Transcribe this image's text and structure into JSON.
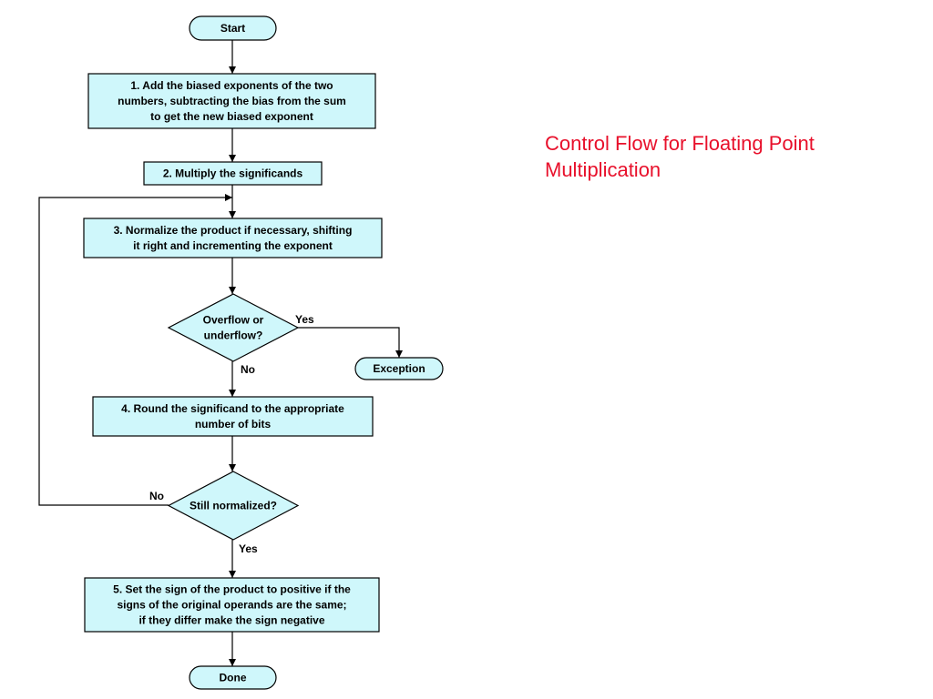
{
  "title": "Control Flow for Floating Point Multiplication",
  "colors": {
    "node_fill": "#cff7fb",
    "stroke": "#000000",
    "title": "#e8102b"
  },
  "nodes": {
    "start": {
      "shape": "terminator",
      "lines": [
        "Start"
      ]
    },
    "step1": {
      "shape": "process",
      "lines": [
        "1.  Add the biased exponents of the two",
        "numbers, subtracting the bias from the sum",
        "to get the new biased exponent"
      ]
    },
    "step2": {
      "shape": "process",
      "lines": [
        "2. Multiply the significands"
      ]
    },
    "step3": {
      "shape": "process",
      "lines": [
        "3. Normalize the product if necessary, shifting",
        "it right and incrementing the exponent"
      ]
    },
    "overflow": {
      "shape": "decision",
      "lines": [
        "Overflow or",
        "underflow?"
      ]
    },
    "exception": {
      "shape": "terminator",
      "lines": [
        "Exception"
      ]
    },
    "step4": {
      "shape": "process",
      "lines": [
        "4. Round the significand to the appropriate",
        "number of bits"
      ]
    },
    "normalized": {
      "shape": "decision",
      "lines": [
        "Still normalized?"
      ]
    },
    "step5": {
      "shape": "process",
      "lines": [
        "5. Set the sign of the product to positive if the",
        "signs of the original operands are the same;",
        "if they differ make the sign negative"
      ]
    },
    "done": {
      "shape": "terminator",
      "lines": [
        "Done"
      ]
    }
  },
  "edges": [
    {
      "from": "start",
      "to": "step1",
      "label": ""
    },
    {
      "from": "step1",
      "to": "step2",
      "label": ""
    },
    {
      "from": "step2",
      "to": "step3",
      "label": ""
    },
    {
      "from": "step3",
      "to": "overflow",
      "label": ""
    },
    {
      "from": "overflow",
      "to": "exception",
      "label": "Yes"
    },
    {
      "from": "overflow",
      "to": "step4",
      "label": "No"
    },
    {
      "from": "step4",
      "to": "normalized",
      "label": ""
    },
    {
      "from": "normalized",
      "to": "step3",
      "label": "No"
    },
    {
      "from": "normalized",
      "to": "step5",
      "label": "Yes"
    },
    {
      "from": "step5",
      "to": "done",
      "label": ""
    }
  ]
}
